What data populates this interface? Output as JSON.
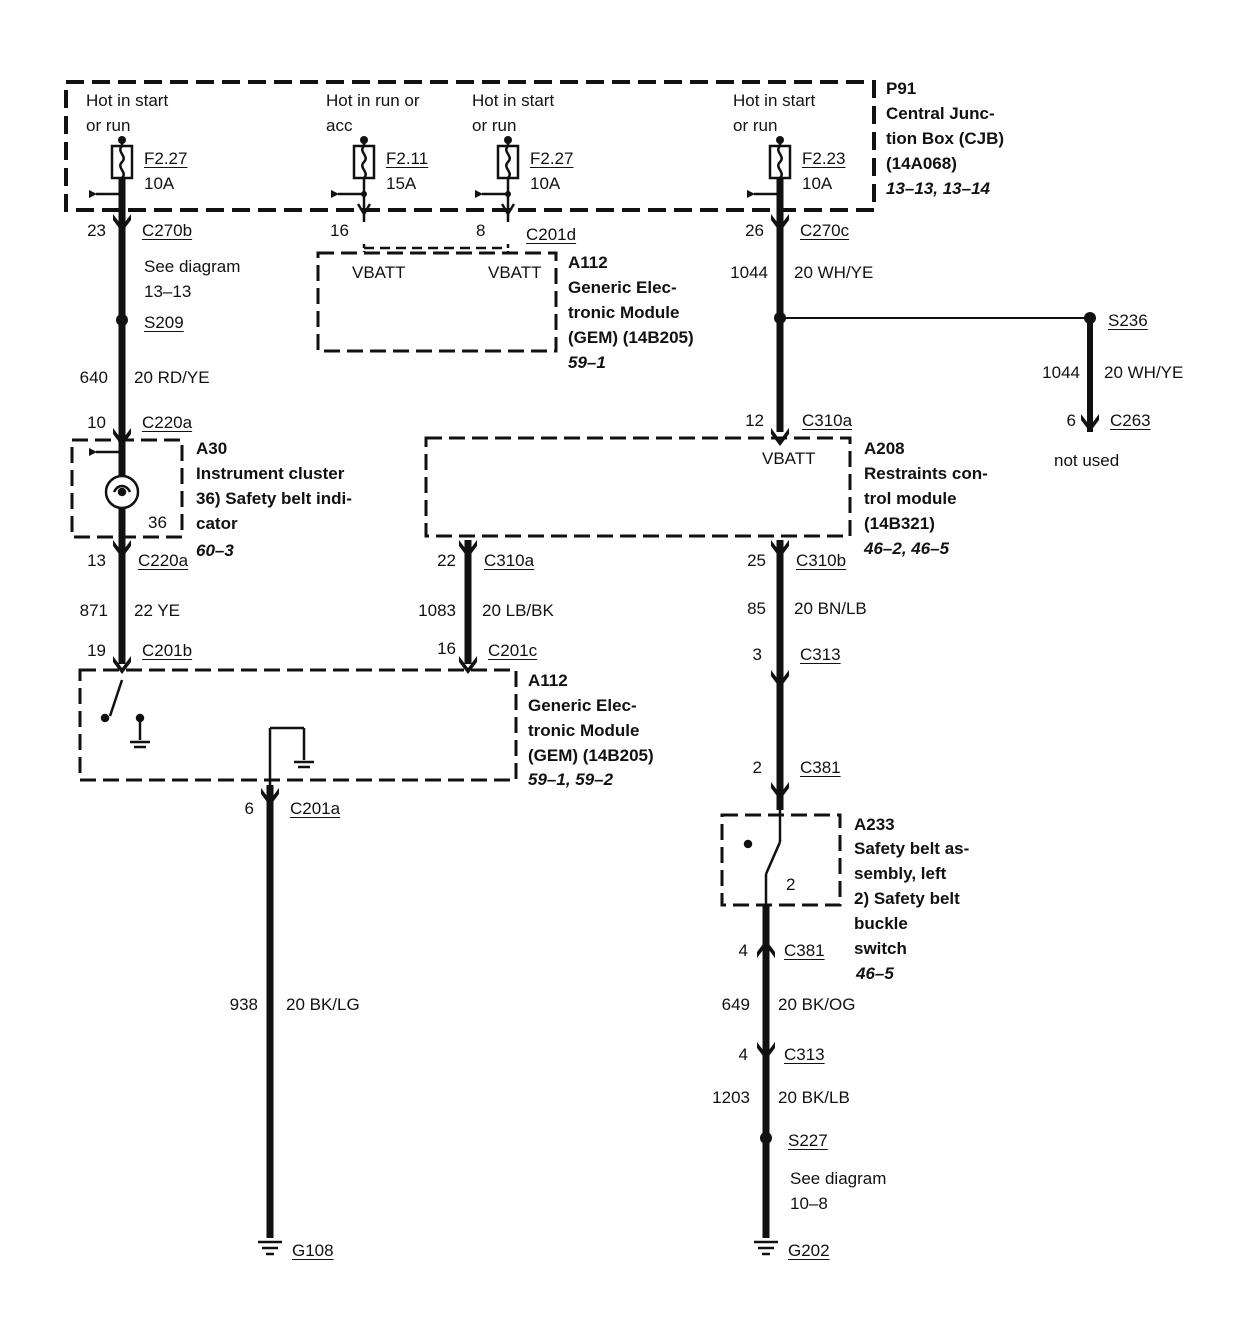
{
  "colors": {
    "wire": "#111111",
    "background": "#ffffff"
  },
  "cjb": {
    "fuse1": {
      "label": "Hot in start|or run",
      "id": "F2.27",
      "amp": "10A"
    },
    "fuse2": {
      "label": "Hot in run or|acc",
      "id": "F2.11",
      "amp": "15A"
    },
    "fuse3": {
      "label": "Hot in start|or run",
      "id": "F2.27",
      "amp": "10A"
    },
    "fuse4": {
      "label": "Hot in start|or run",
      "id": "F2.23",
      "amp": "10A"
    },
    "ref": "P91",
    "desc": "Central Junc-|tion Box (CJB)|(14A068)",
    "pages": "13–13, 13–14"
  },
  "left_col": {
    "pin_cjb": "23",
    "conn_cjb": "C270b",
    "see_diagram": "See diagram|13–13",
    "splice": "S209",
    "circuit1": "640",
    "wire1": "20 RD/YE",
    "pin_ic_in": "10",
    "conn_ic_in": "C220a",
    "pin_ic_out": "13",
    "conn_ic_out": "C220a",
    "circuit2": "871",
    "wire2": "22 YE",
    "pin_gem_in": "19",
    "conn_gem_in": "C201b"
  },
  "ic": {
    "ref": "A30",
    "desc": "Instrument cluster|36)  Safety belt indi-|          cator",
    "pin": "36",
    "page": "60–3"
  },
  "gem_top": {
    "pin1": "16",
    "pin2": "8",
    "conn": "C201d",
    "vbatt1": "VBATT",
    "vbatt2": "VBATT",
    "ref": "A112",
    "desc": "Generic Elec-|tronic Module|(GEM) (14B205)",
    "page": "59–1"
  },
  "right_col": {
    "pin_cjb": "26",
    "conn_cjb": "C270c",
    "circuit1": "1044",
    "wire1": "20 WH/YE",
    "pin_rcm": "12",
    "conn_rcm": "C310a"
  },
  "splice_branch": {
    "splice": "S236",
    "circuit": "1044",
    "wire": "20 WH/YE",
    "pin": "6",
    "conn": "C263",
    "note": "not used"
  },
  "rcm": {
    "vbatt": "VBATT",
    "ref": "A208",
    "desc": "Restraints con-|trol module|(14B321)",
    "pages": "46–2, 46–5"
  },
  "mid_col": {
    "pin_rcm": "22",
    "conn_rcm": "C310a",
    "circuit": "1083",
    "wire": "20 LB/BK",
    "pin_gem": "16",
    "conn_gem": "C201c"
  },
  "rcm_out": {
    "pin": "25",
    "conn": "C310b",
    "circuit": "85",
    "wire": "20 BN/LB",
    "pin2": "3",
    "conn2": "C313",
    "pin3": "2",
    "conn3": "C381"
  },
  "gem_bottom": {
    "ref": "A112",
    "desc": "Generic Elec-|tronic Module|(GEM) (14B205)",
    "pages": "59–1, 59–2",
    "pin_out": "6",
    "conn_out": "C201a",
    "circuit": "938",
    "wire": "20 BK/LG",
    "ground": "G108"
  },
  "belt": {
    "ref": "A233",
    "desc": "Safety belt as-|sembly, left|2)    Safety belt|        buckle|        switch",
    "page": "46–5",
    "pin": "2",
    "pin_out": "4",
    "conn_out": "C381",
    "circuit1": "649",
    "wire1": "20 BK/OG",
    "pin2": "4",
    "conn2": "C313",
    "circuit2": "1203",
    "wire2": "20 BK/LB",
    "splice": "S227",
    "see_diagram": "See diagram|10–8",
    "ground": "G202"
  }
}
